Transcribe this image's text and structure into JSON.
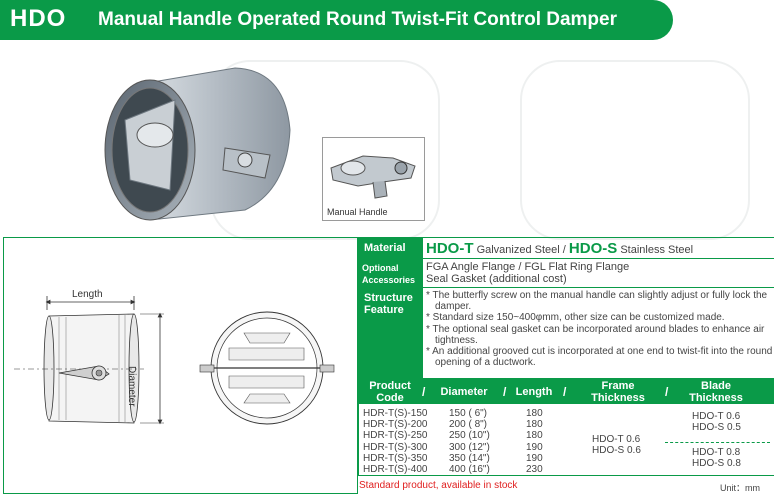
{
  "header": {
    "code": "HDO",
    "title": "Manual Handle Operated Round Twist-Fit Control Damper"
  },
  "photo": {
    "handle_caption": "Manual Handle"
  },
  "drawing": {
    "length_label": "Length",
    "diameter_label": "Diameter"
  },
  "spec": {
    "material": {
      "label": "Material",
      "t_code": "HDO-T",
      "t_text": "Galvanized Steel /",
      "s_code": "HDO-S",
      "s_text": "Stainless Steel"
    },
    "accessories": {
      "label_1": "Optional",
      "label_2": "Accessories",
      "line_1": "FGA  Angle Flange / FGL  Flat Ring Flange",
      "line_2": "Seal Gasket (additional cost)"
    },
    "structure": {
      "label_1": "Structure",
      "label_2": "Feature",
      "items": [
        "* The butterfly screw on the manual handle can slightly adjust or fully lock the damper.",
        "* Standard size 150~400φmm, other size can be customized made.",
        "* The optional seal gasket can be incorporated around blades to enhance air tightness.",
        "* An additional grooved cut is incorporated at one end to twist-fit into the round opening of a ductwork."
      ]
    }
  },
  "table": {
    "headers": {
      "code_1": "Product",
      "code_2": "Code",
      "diameter": "Diameter",
      "length": "Length",
      "frame_1": "Frame",
      "frame_2": "Thickness",
      "blade_1": "Blade",
      "blade_2": "Thickness",
      "separator": "/"
    },
    "codes": [
      "HDR-T(S)-150",
      "HDR-T(S)-200",
      "HDR-T(S)-250",
      "HDR-T(S)-300",
      "HDR-T(S)-350",
      "HDR-T(S)-400"
    ],
    "diameters": [
      "150 ( 6\")",
      "200 ( 8\")",
      "250 (10\")",
      "300 (12\")",
      "350 (14\")",
      "400 (16\")"
    ],
    "lengths": [
      "180",
      "180",
      "180",
      "190",
      "190",
      "230"
    ],
    "frame": [
      "HDO-T 0.6",
      "HDO-S 0.6"
    ],
    "blade_upper": [
      "HDO-T 0.6",
      "HDO-S 0.5"
    ],
    "blade_lower": [
      "HDO-T 0.8",
      "HDO-S 0.8"
    ]
  },
  "footer": {
    "stock_note": "Standard product, available in stock",
    "unit": "Unit：mm"
  },
  "colors": {
    "brand_green": "#0a9a48",
    "note_red": "#e02020"
  }
}
